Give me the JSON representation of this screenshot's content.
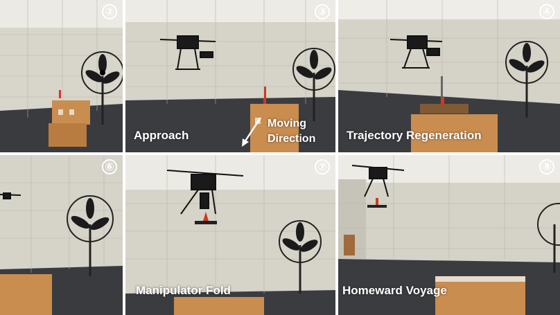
{
  "panels": [
    {
      "number": "②",
      "caption": ""
    },
    {
      "number": "③",
      "caption": "Approach"
    },
    {
      "number": "④",
      "caption": "Trajectory Regeneration"
    },
    {
      "number": "⑥",
      "caption": ""
    },
    {
      "number": "⑦",
      "caption": "Manipulator Fold"
    },
    {
      "number": "⑧",
      "caption": "Homeward Voyage"
    }
  ],
  "annotation": {
    "line1": "Moving",
    "line2": "Direction"
  },
  "colors": {
    "floor": "#3a3b3f",
    "wall": "#d9d6cc",
    "box": "#c98d4f",
    "caption": "#ffffff"
  }
}
